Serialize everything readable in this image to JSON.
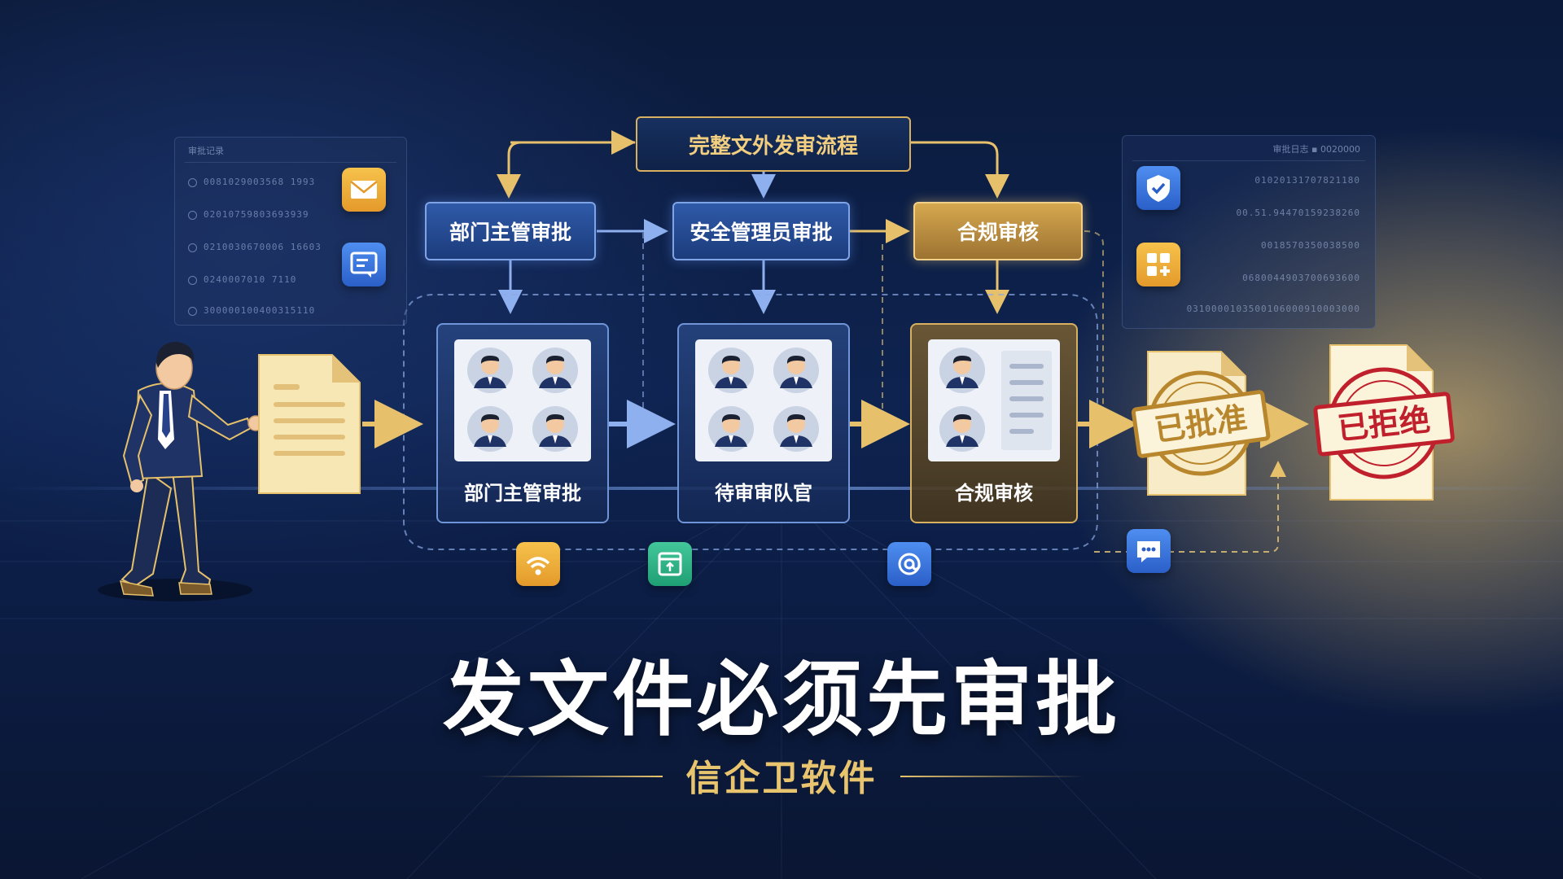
{
  "colors": {
    "accent_gold": "#e9c46e",
    "accent_blue": "#2f5aa8",
    "approved": "#b8862c",
    "rejected": "#c0202c"
  },
  "flow": {
    "title": "完整文外发审流程"
  },
  "stages": [
    {
      "label": "部门主管审批",
      "style": "blue"
    },
    {
      "label": "安全管理员审批",
      "style": "blue"
    },
    {
      "label": "合规审核",
      "style": "gold"
    }
  ],
  "queues": [
    {
      "label": "部门主管审批",
      "icon": "reviewer-group-icon"
    },
    {
      "label": "待审审队官",
      "icon": "reviewer-group-icon"
    },
    {
      "label": "合规审核",
      "icon": "compliance-document-icon"
    }
  ],
  "left_panel": {
    "title": "审批记录",
    "rows": [
      "0081029003568 1993",
      "02010759803693939",
      "0210030670006 16603",
      "0240007010 7110",
      "300000100400315110"
    ]
  },
  "right_panel": {
    "title": "审批日志 ▪ 0020000",
    "rows": [
      "01020131707821180",
      "00.51.94470159238260",
      "0018570350038500",
      "0680044903700693600",
      "0310000103500106000910003000"
    ]
  },
  "side_icons": {
    "left": [
      "mail-icon",
      "message-board-icon"
    ],
    "right": [
      "shield-check-icon",
      "grid-app-icon"
    ]
  },
  "bottom_icons": [
    "wifi-icon",
    "upload-form-icon",
    "at-sign-icon",
    "chat-bubble-icon"
  ],
  "results": {
    "approved": {
      "label": "已批准"
    },
    "rejected": {
      "label": "已拒绝"
    }
  },
  "headline": "发文件必须先审批",
  "brand": "信企卫软件"
}
